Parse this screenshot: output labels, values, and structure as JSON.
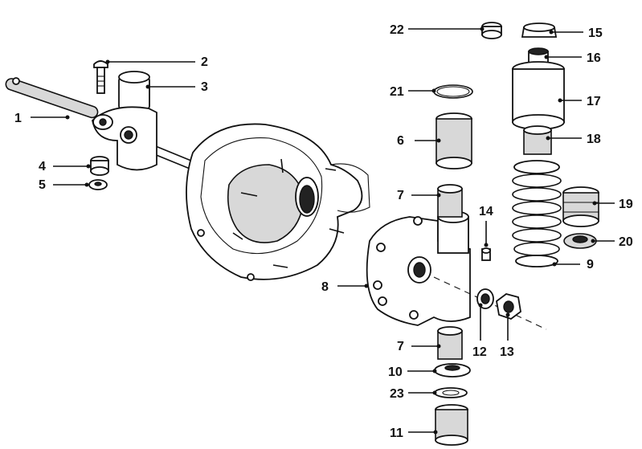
{
  "callouts": [
    {
      "id": "c1",
      "label": "1"
    },
    {
      "id": "c2",
      "label": "2"
    },
    {
      "id": "c3",
      "label": "3"
    },
    {
      "id": "c4",
      "label": "4"
    },
    {
      "id": "c5",
      "label": "5"
    },
    {
      "id": "c6",
      "label": "6"
    },
    {
      "id": "c7a",
      "label": "7"
    },
    {
      "id": "c7b",
      "label": "7"
    },
    {
      "id": "c8",
      "label": "8"
    },
    {
      "id": "c9",
      "label": "9"
    },
    {
      "id": "c10",
      "label": "10"
    },
    {
      "id": "c11",
      "label": "11"
    },
    {
      "id": "c12",
      "label": "12"
    },
    {
      "id": "c13",
      "label": "13"
    },
    {
      "id": "c14",
      "label": "14"
    },
    {
      "id": "c15",
      "label": "15"
    },
    {
      "id": "c16",
      "label": "16"
    },
    {
      "id": "c17",
      "label": "17"
    },
    {
      "id": "c18",
      "label": "18"
    },
    {
      "id": "c19",
      "label": "19"
    },
    {
      "id": "c20",
      "label": "20"
    },
    {
      "id": "c21",
      "label": "21"
    },
    {
      "id": "c22",
      "label": "22"
    },
    {
      "id": "c23",
      "label": "23"
    }
  ]
}
